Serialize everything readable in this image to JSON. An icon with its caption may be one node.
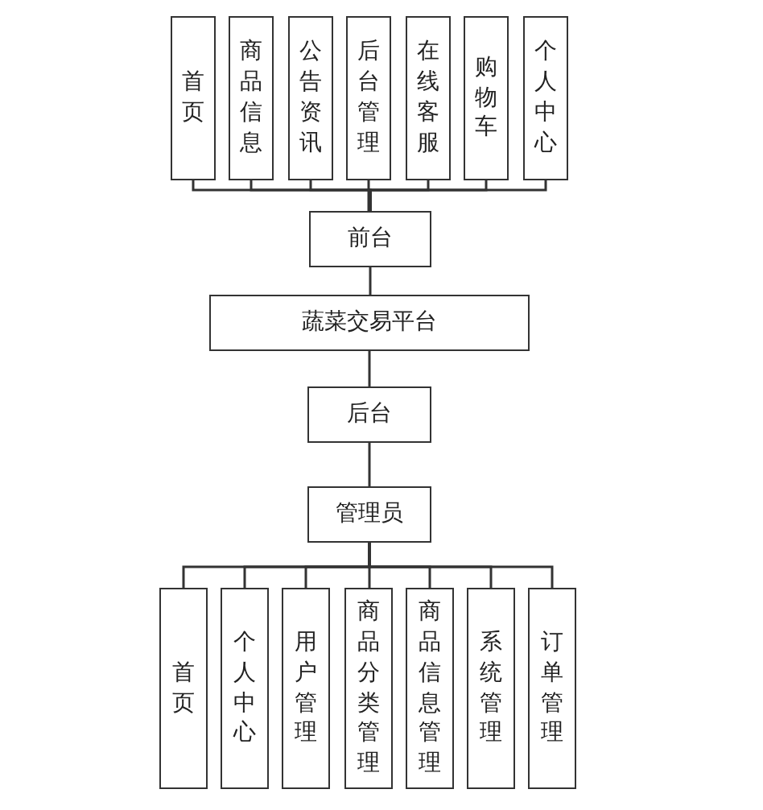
{
  "diagram": {
    "nodes": [
      {
        "text": [
          "首页"
        ]
      },
      {
        "text": [
          "商品信息"
        ]
      },
      {
        "text": [
          "公告资讯"
        ]
      },
      {
        "text": [
          "后台管理"
        ]
      },
      {
        "text": [
          "在线客服"
        ]
      },
      {
        "text": [
          "购物车"
        ]
      },
      {
        "text": [
          "个人中心"
        ]
      },
      {
        "text": [
          "前台"
        ]
      },
      {
        "text": [
          "蔬菜交易平台"
        ]
      },
      {
        "text": [
          "后台"
        ]
      },
      {
        "text": [
          "管理员"
        ]
      },
      {
        "text": [
          "首页"
        ]
      },
      {
        "text": [
          "个人中心"
        ]
      },
      {
        "text": [
          "用户管理"
        ]
      },
      {
        "text": [
          "商品分类管理"
        ]
      },
      {
        "text": [
          "商品信息管理"
        ]
      },
      {
        "text": [
          "系统管理"
        ]
      },
      {
        "text": [
          "订单管理"
        ]
      }
    ],
    "edges": [
      {
        "from": 0,
        "to": 7,
        "arrow": "none"
      },
      {
        "from": 1,
        "to": 7,
        "arrow": "none"
      },
      {
        "from": 2,
        "to": 7,
        "arrow": "none"
      },
      {
        "from": 3,
        "to": 7,
        "arrow": "none"
      },
      {
        "from": 4,
        "to": 7,
        "arrow": "none"
      },
      {
        "from": 5,
        "to": 7,
        "arrow": "none"
      },
      {
        "from": 6,
        "to": 7,
        "arrow": "none"
      },
      {
        "from": 7,
        "to": 8,
        "arrow": "none"
      },
      {
        "from": 8,
        "to": 9,
        "arrow": "none"
      },
      {
        "from": 9,
        "to": 10,
        "arrow": "none"
      },
      {
        "from": 10,
        "to": 11,
        "arrow": "none"
      },
      {
        "from": 10,
        "to": 12,
        "arrow": "none"
      },
      {
        "from": 10,
        "to": 13,
        "arrow": "none"
      },
      {
        "from": 10,
        "to": 14,
        "arrow": "none"
      },
      {
        "from": 10,
        "to": 15,
        "arrow": "none"
      },
      {
        "from": 10,
        "to": 16,
        "arrow": "none"
      },
      {
        "from": 10,
        "to": 17,
        "arrow": "none"
      }
    ]
  }
}
